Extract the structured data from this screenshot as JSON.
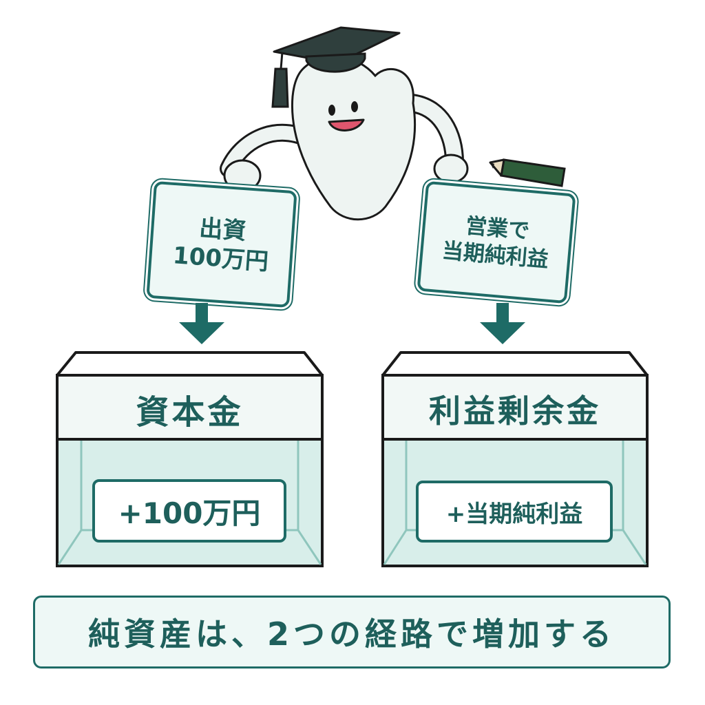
{
  "labels": {
    "investment_line1": "出資",
    "investment_line2": "100万円",
    "operations_line1": "営業で",
    "operations_line2": "当期純利益",
    "capital_box_title": "資本金",
    "capital_box_value": "+100万円",
    "retained_box_title": "利益剰余金",
    "retained_box_value": "+当期純利益",
    "banner": "純資産は、2つの経路で増加する"
  },
  "icons": [
    "mascot-character",
    "graduation-cap-icon",
    "pencil-icon",
    "down-arrow-icon"
  ],
  "colors": {
    "primary": "#1e6b66",
    "card_fill": "#eef8f6",
    "box_glass": "#d8eeea",
    "outline": "#1a1a1a",
    "mouth": "#e0566e"
  }
}
